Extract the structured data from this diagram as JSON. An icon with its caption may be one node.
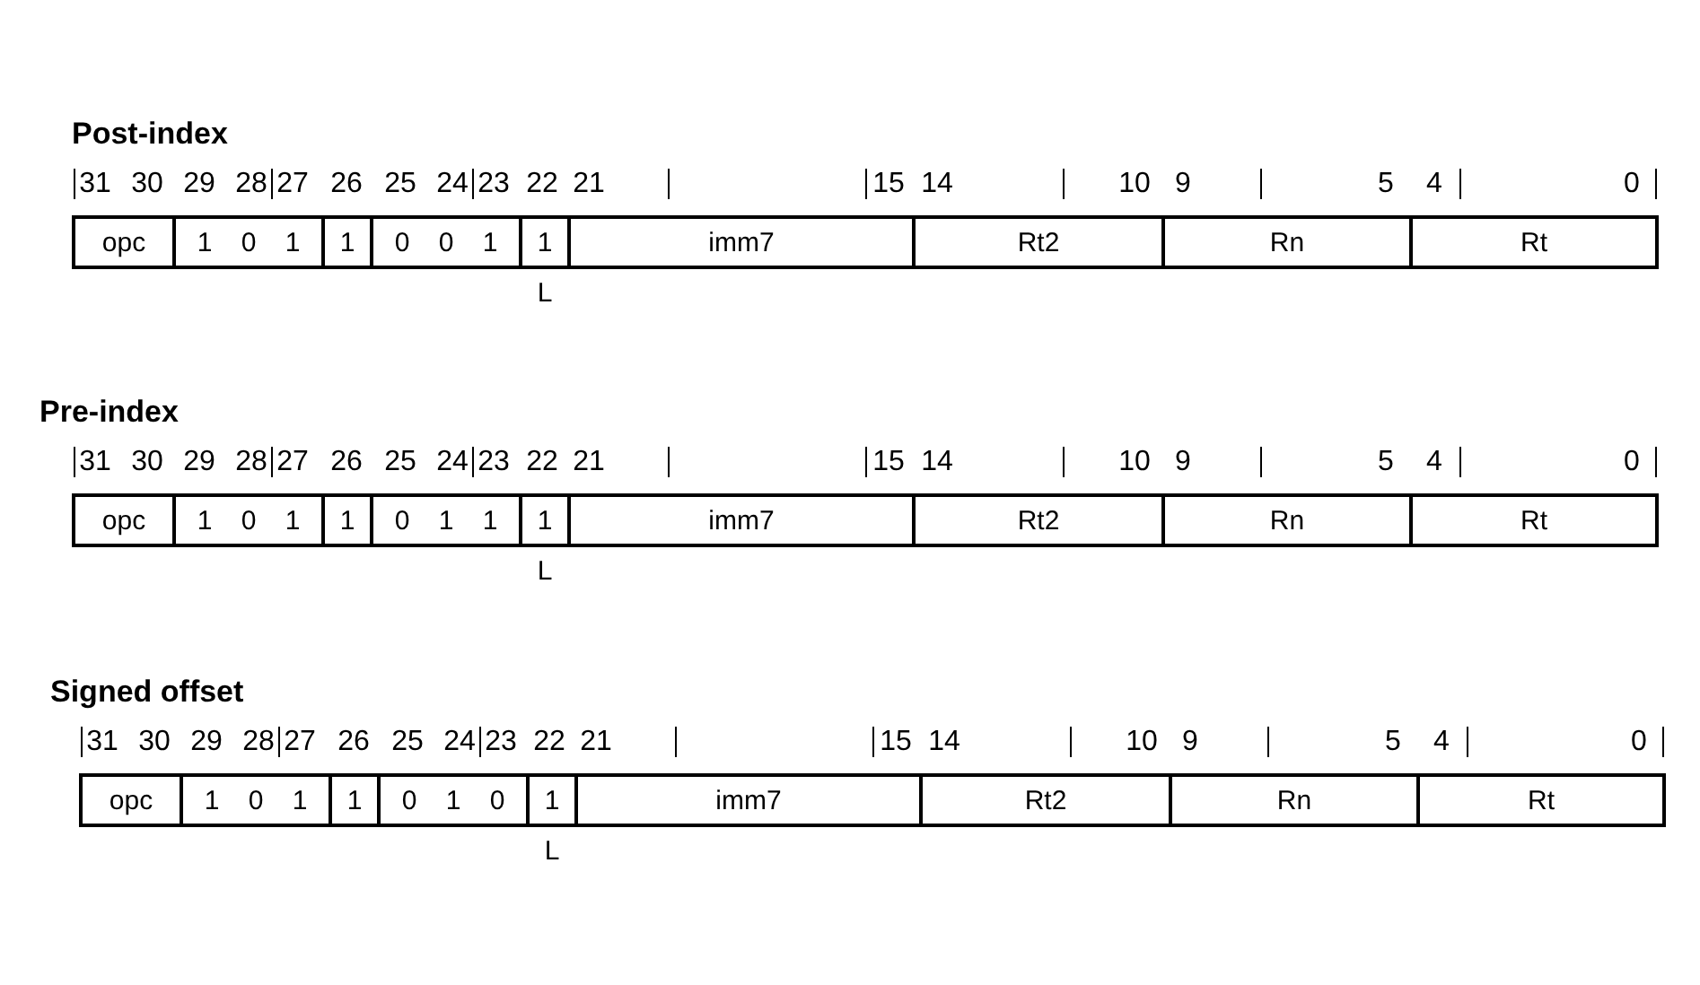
{
  "diagram": {
    "nodes": [
      {
        "text": [
          "opc"
        ]
      },
      {
        "text": [
          "1 0 1"
        ]
      },
      {
        "text": [
          "1"
        ]
      },
      {
        "text": [
          "0 0 1"
        ]
      },
      {
        "text": [
          "1"
        ],
        "beside": [
          "L"
        ]
      },
      {
        "text": [
          "imm7"
        ]
      },
      {
        "text": [
          "Rt2"
        ]
      },
      {
        "text": [
          "Rn"
        ]
      },
      {
        "text": [
          "Rt"
        ]
      },
      {
        "text": [
          "opc"
        ]
      },
      {
        "text": [
          "1 0 1"
        ]
      },
      {
        "text": [
          "1"
        ]
      },
      {
        "text": [
          "0 1 1"
        ]
      },
      {
        "text": [
          "1"
        ],
        "beside": [
          "L"
        ]
      },
      {
        "text": [
          "imm7"
        ]
      },
      {
        "text": [
          "Rt2"
        ]
      },
      {
        "text": [
          "Rn"
        ]
      },
      {
        "text": [
          "Rt"
        ]
      },
      {
        "text": [
          "opc"
        ]
      },
      {
        "text": [
          "1 0 1"
        ]
      },
      {
        "text": [
          "1"
        ]
      },
      {
        "text": [
          "0 1 0"
        ]
      },
      {
        "text": [
          "1"
        ],
        "beside": [
          "L"
        ]
      },
      {
        "text": [
          "imm7"
        ]
      },
      {
        "text": [
          "Rt2"
        ]
      },
      {
        "text": [
          "Rn"
        ]
      },
      {
        "text": [
          "Rt"
        ]
      }
    ],
    "labels": [
      "Post-index",
      "31",
      "30",
      "29",
      "28",
      "27",
      "26",
      "25",
      "24",
      "23",
      "22",
      "21",
      "15",
      "14",
      "10",
      "9",
      "5",
      "4",
      "0",
      "Pre-index",
      "31",
      "30",
      "29",
      "28",
      "27",
      "26",
      "25",
      "24",
      "23",
      "22",
      "21",
      "15",
      "14",
      "10",
      "9",
      "5",
      "4",
      "0",
      "Signed offset",
      "31",
      "30",
      "29",
      "28",
      "27",
      "26",
      "25",
      "24",
      "23",
      "22",
      "21",
      "15",
      "14",
      "10",
      "9",
      "5",
      "4",
      "0"
    ]
  }
}
